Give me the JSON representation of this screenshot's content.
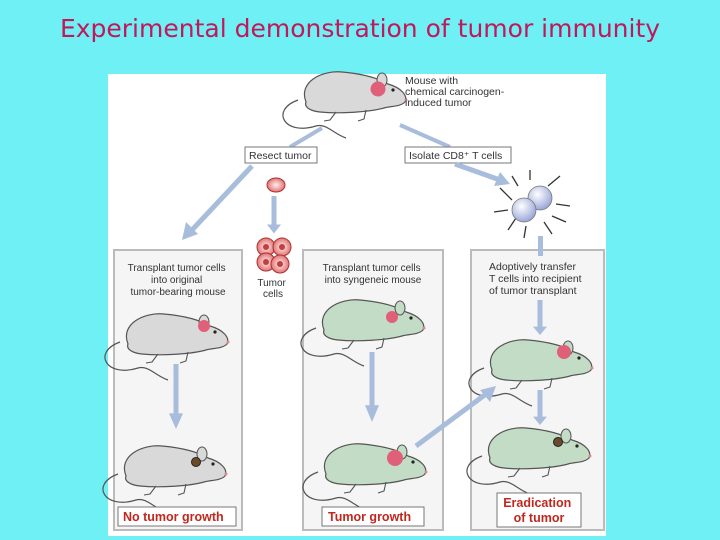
{
  "title": "Experimental demonstration of tumor immunity",
  "top": {
    "mouse_label": [
      "Mouse with",
      "chemical carcinogen-",
      "induced tumor"
    ]
  },
  "steps": {
    "resect": "Resect tumor",
    "isolate": "Isolate CD8⁺ T cells",
    "tumor_cells": [
      "Tumor",
      "cells"
    ]
  },
  "panels": [
    {
      "caption": [
        "Transplant tumor cells",
        "into original",
        "tumor-bearing mouse"
      ],
      "result": "No tumor growth"
    },
    {
      "caption": [
        "Transplant tumor cells",
        "into syngeneic mouse"
      ],
      "result": "Tumor growth"
    },
    {
      "caption": [
        "Adoptively transfer",
        "T cells into recipient",
        "of tumor transplant"
      ],
      "result": [
        "Eradication",
        "of tumor"
      ]
    }
  ],
  "colors": {
    "background": "#6ff0f4",
    "title": "#c2185b",
    "result_text": "#c0281e",
    "grey_mouse": "#d9d9d9",
    "green_mouse": "#c3dcc5",
    "tumor": "#e0607a",
    "arrow": "#a8bcdc"
  }
}
